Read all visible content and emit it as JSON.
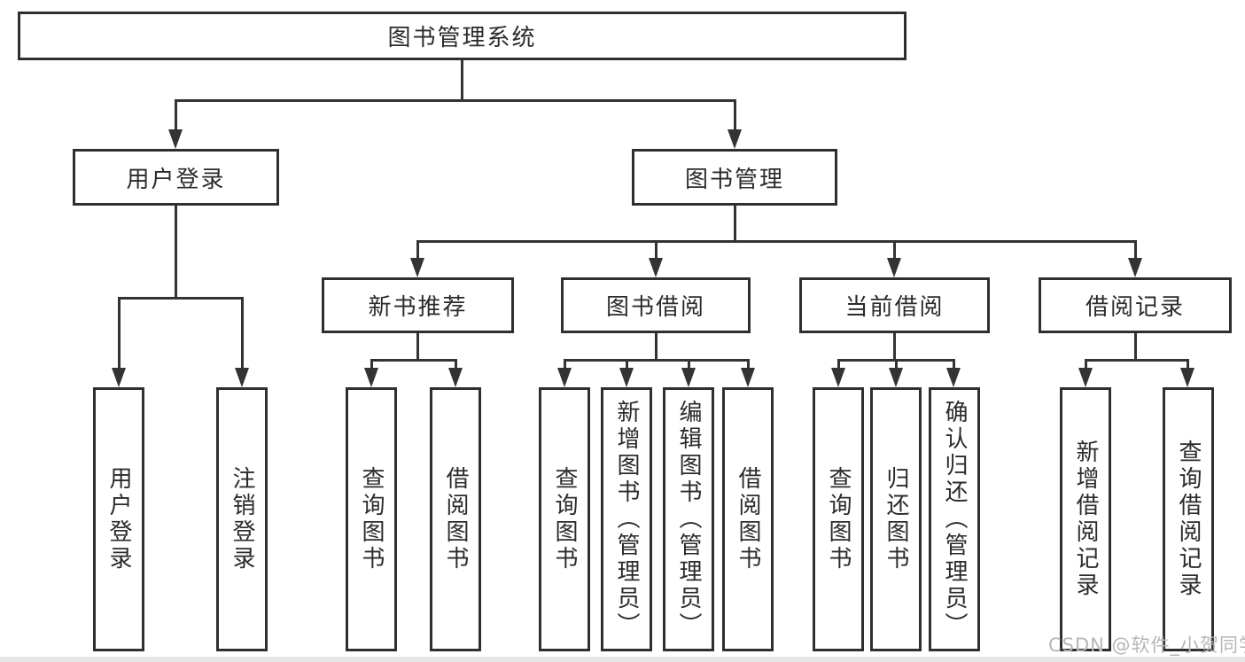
{
  "diagram": {
    "root": {
      "label": "图书管理系统"
    },
    "level2": [
      {
        "label": "用户登录"
      },
      {
        "label": "图书管理"
      }
    ],
    "level3": [
      {
        "label": "新书推荐"
      },
      {
        "label": "图书借阅"
      },
      {
        "label": "当前借阅"
      },
      {
        "label": "借阅记录"
      }
    ],
    "leaves": {
      "user_login": [
        {
          "label": "用户登录"
        },
        {
          "label": "注销登录"
        }
      ],
      "new_book": [
        {
          "label": "查询图书"
        },
        {
          "label": "借阅图书"
        }
      ],
      "book_borrow": [
        {
          "label": "查询图书"
        },
        {
          "label": "新增图书（管理员）"
        },
        {
          "label": "编辑图书（管理员）"
        },
        {
          "label": "借阅图书"
        }
      ],
      "current_borrow": [
        {
          "label": "查询图书"
        },
        {
          "label": "归还图书"
        },
        {
          "label": "确认归还（管理员）"
        }
      ],
      "borrow_record": [
        {
          "label": "新增借阅记录"
        },
        {
          "label": "查询借阅记录"
        }
      ]
    }
  },
  "watermark": {
    "text": "CSDN @软件_小贺同学"
  },
  "colors": {
    "line": "#333333",
    "box_border": "#2f2f2f",
    "text": "#2b2b2b",
    "background": "#ffffff",
    "watermark": "#b6b6b6"
  }
}
